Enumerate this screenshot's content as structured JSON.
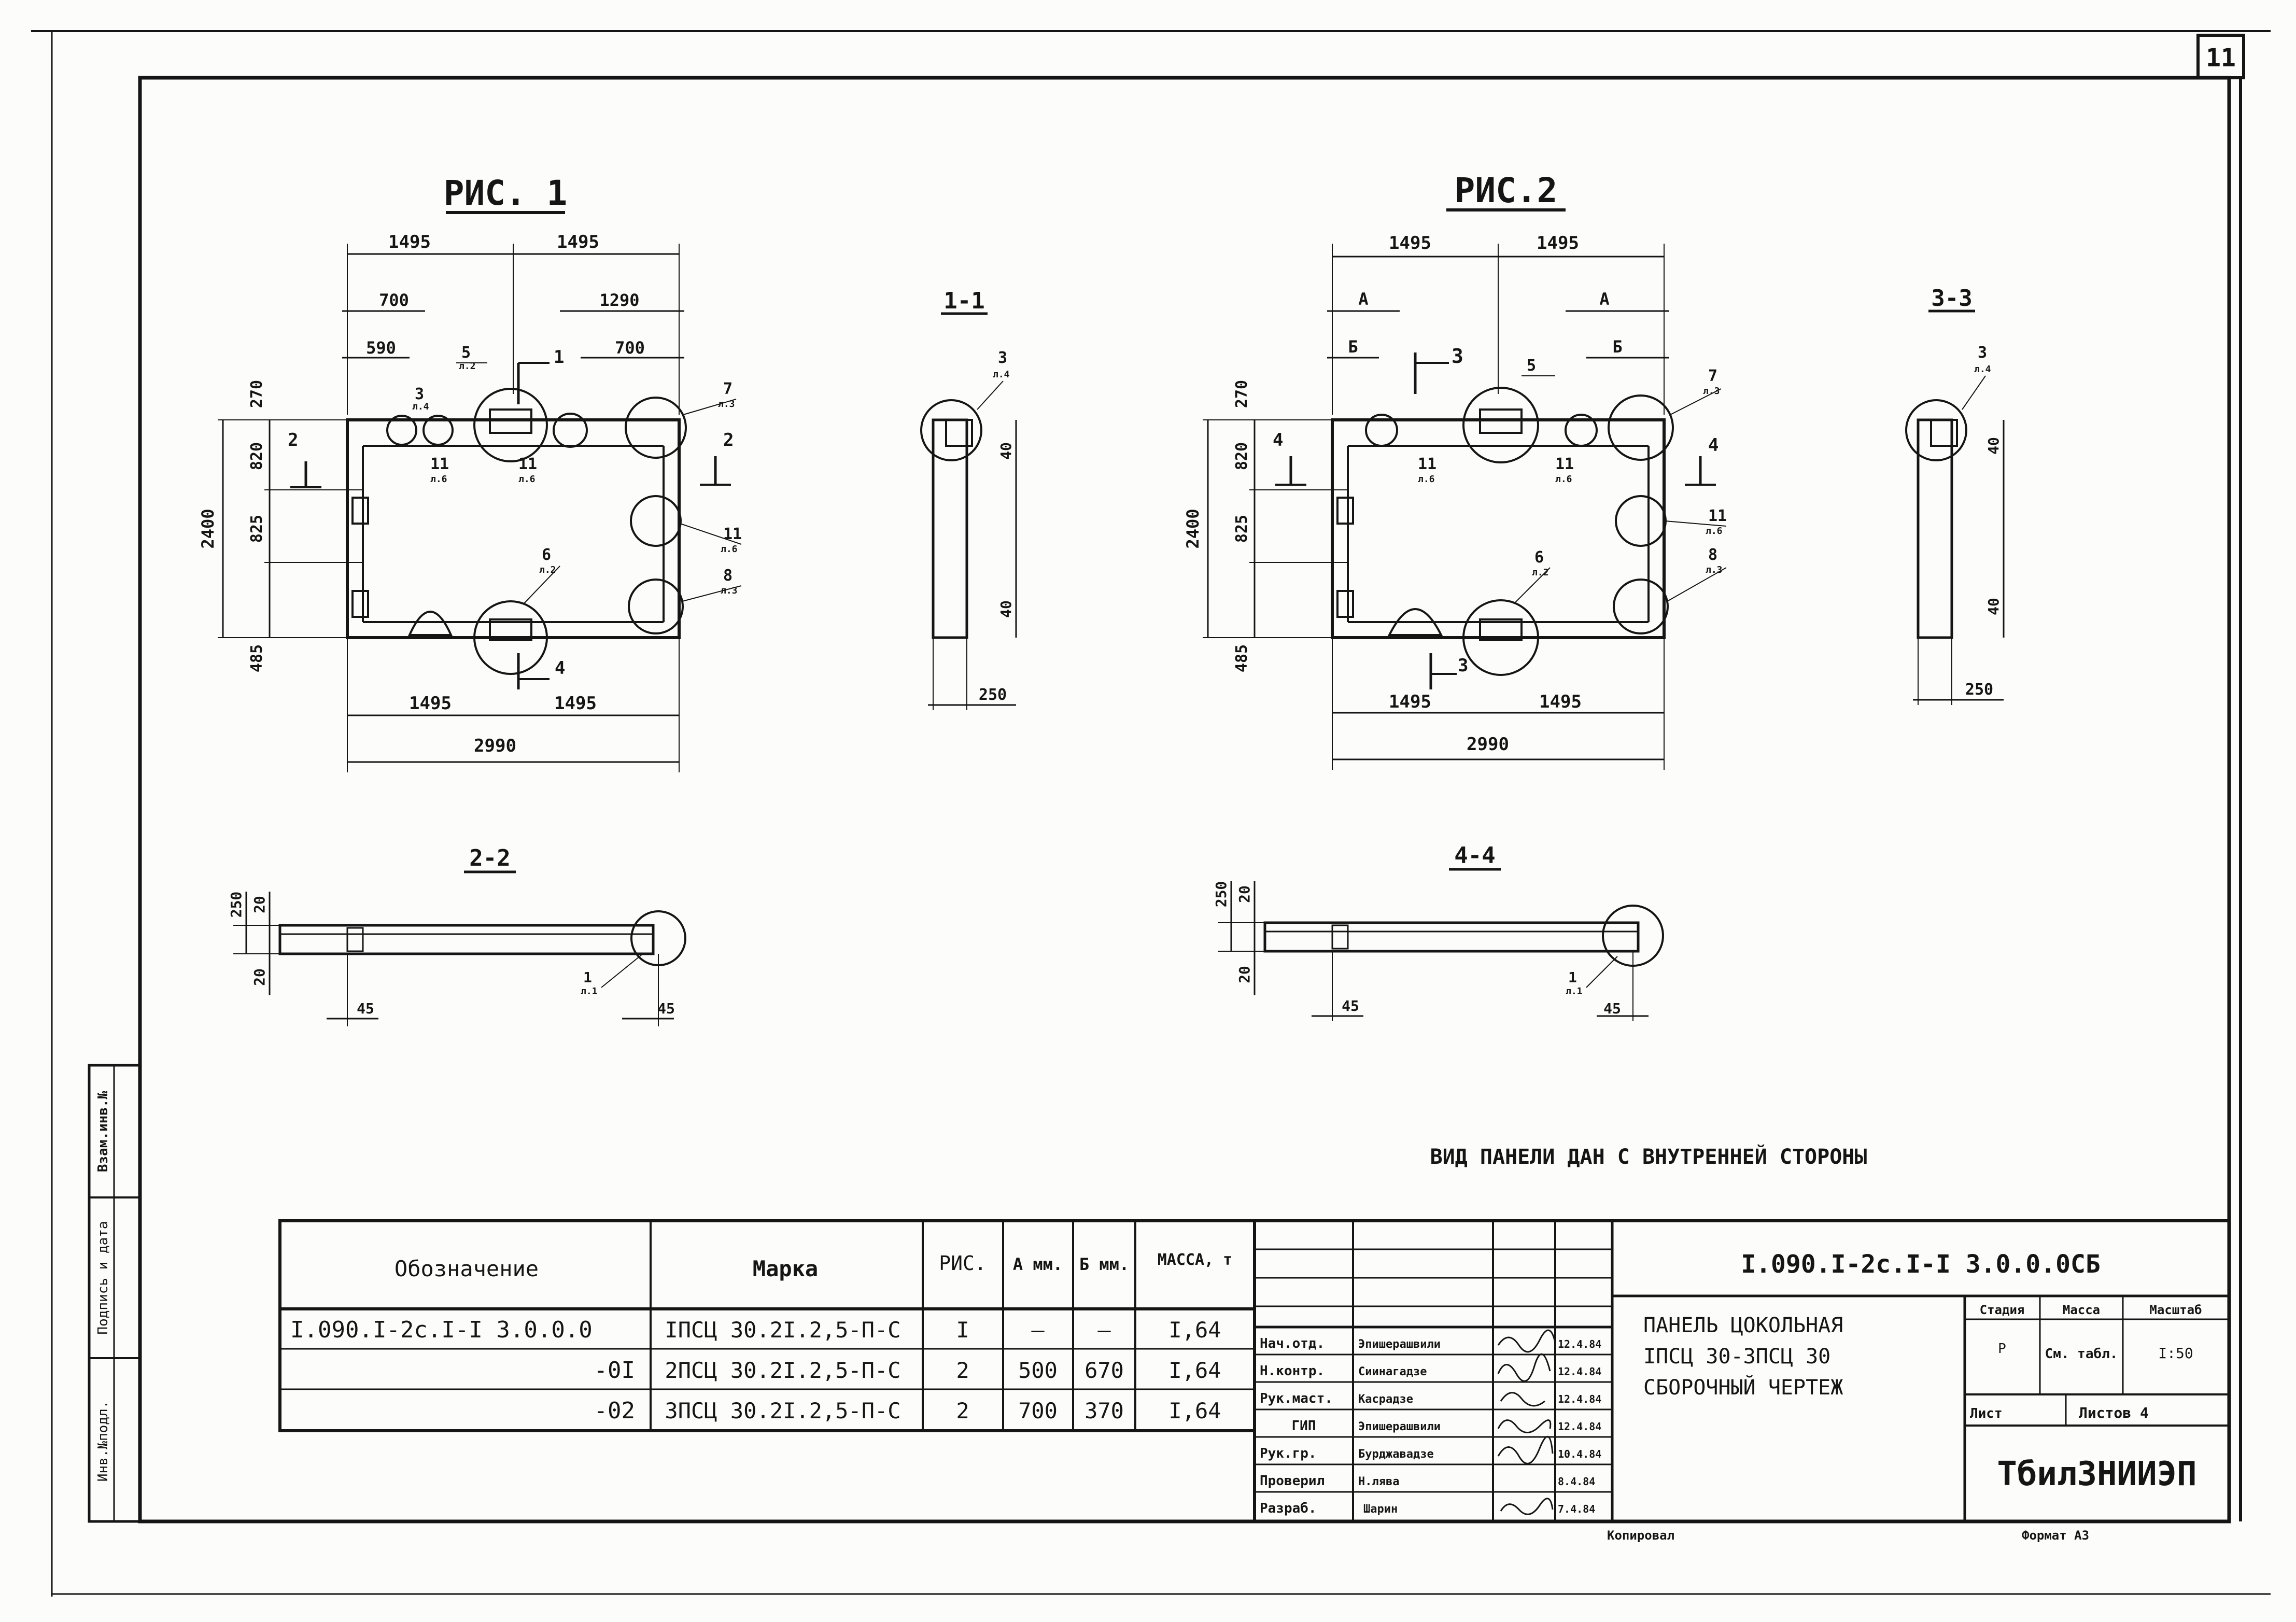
{
  "sheet_number": "11",
  "fig1": {
    "title": "РИС. 1",
    "dims_top": [
      "1495",
      "1495"
    ],
    "dims_mid": [
      "700",
      "1290"
    ],
    "dims_small": [
      "590",
      "700"
    ],
    "dims_left": [
      "270",
      "820",
      "825",
      "485"
    ],
    "overall_height": "2400",
    "dims_bottom": [
      "1495",
      "1495"
    ],
    "overall_width": "2990",
    "callouts": [
      {
        "num": "3",
        "sheet": "л.4"
      },
      {
        "num": "5",
        "sheet": "л.2"
      },
      {
        "num": "7",
        "sheet": "л.3"
      },
      {
        "num": "11",
        "sheet": "л.6"
      },
      {
        "num": "11",
        "sheet": "л.6"
      },
      {
        "num": "11",
        "sheet": "л.6"
      },
      {
        "num": "6",
        "sheet": "л.2"
      },
      {
        "num": "8",
        "sheet": "л.3"
      }
    ],
    "section_marks": [
      "1",
      "2",
      "2",
      "4"
    ]
  },
  "fig2": {
    "title": "РИС.2",
    "dims_top": [
      "1495",
      "1495"
    ],
    "dims_mid": [
      "А",
      "А"
    ],
    "dims_small": [
      "Б",
      "Б"
    ],
    "dims_left": [
      "270",
      "820",
      "825",
      "485"
    ],
    "overall_height": "2400",
    "dims_bottom": [
      "1495",
      "1495"
    ],
    "overall_width": "2990",
    "callouts": [
      {
        "num": "5",
        "sheet": ""
      },
      {
        "num": "7",
        "sheet": "л.3"
      },
      {
        "num": "11",
        "sheet": "л.6"
      },
      {
        "num": "11",
        "sheet": "л.6"
      },
      {
        "num": "11",
        "sheet": "л.6"
      },
      {
        "num": "6",
        "sheet": "л.2"
      },
      {
        "num": "8",
        "sheet": "л.3"
      }
    ],
    "section_marks": [
      "3",
      "4",
      "4",
      "3"
    ]
  },
  "section_1_1": {
    "title": "1-1",
    "callout_num": "3",
    "callout_sheet": "л.4",
    "dims": [
      "40",
      "40"
    ],
    "width": "250"
  },
  "section_3_3": {
    "title": "3-3",
    "callout_num": "3",
    "callout_sheet": "л.4",
    "dims": [
      "40",
      "40"
    ],
    "width": "250"
  },
  "section_2_2": {
    "title": "2-2",
    "dims_left": [
      "250",
      "20",
      "20"
    ],
    "dims_bottom": [
      "45",
      "45"
    ],
    "callout_num": "1",
    "callout_sheet": "л.1"
  },
  "section_4_4": {
    "title": "4-4",
    "dims_left": [
      "250",
      "20",
      "20"
    ],
    "dims_bottom": [
      "45",
      "45"
    ],
    "callout_num": "1",
    "callout_sheet": "л.1"
  },
  "view_caption": "ВИД ПАНЕЛИ ДАН С ВНУТРЕННЕЙ СТОРОНЫ",
  "spec_table": {
    "headers": [
      "Обозначение",
      "Марка",
      "РИС.",
      "А мм.",
      "Б мм.",
      "МАССА, т"
    ],
    "rows": [
      [
        "I.090.I-2с.I-I 3.0.0.0",
        "IПСЦ 30.2I.2,5-П-С",
        "I",
        "—",
        "—",
        "I,64"
      ],
      [
        "-0I",
        "2ПСЦ 30.2I.2,5-П-С",
        "2",
        "500",
        "670",
        "I,64"
      ],
      [
        "-02",
        "3ПСЦ 30.2I.2,5-П-С",
        "2",
        "700",
        "370",
        "I,64"
      ]
    ]
  },
  "side_stamp": [
    "Инв.№подл.",
    "Подпись и дата",
    "Взам.инв.№"
  ],
  "title_block": {
    "roles": [
      "Нач.отд.",
      "Н.контр.",
      "Рук.маст.",
      "ГИП",
      "Рук.гр.",
      "Проверил",
      "Разраб."
    ],
    "names": [
      "Эпишерашвили",
      "Сиинагадзе",
      "Касрадзе",
      "Эпишерашвили",
      "Бурджавадзе",
      "Н.лява",
      "Шарин"
    ],
    "dates": [
      "12.4.84",
      "12.4.84",
      "12.4.84",
      "12.4.84",
      "10.4.84",
      "8.4.84",
      "7.4.84"
    ],
    "document_code": "I.090.I-2с.I-I 3.0.0.0СБ",
    "description": [
      "ПАНЕЛЬ ЦОКОЛЬНАЯ",
      "IПСЦ 30-3ПСЦ 30",
      "СБОРОЧНЫЙ ЧЕРТЕЖ"
    ],
    "col_headers": [
      "Стадия",
      "Масса",
      "Масштаб"
    ],
    "stage": "Р",
    "mass": "См. табл.",
    "scale": "I:50",
    "sheet_label": "Лист",
    "sheets_label": "Листов 4",
    "organization": "ТбилЗНИИЭП"
  },
  "footer": {
    "copy": "Копировал",
    "format": "Формат А3"
  }
}
